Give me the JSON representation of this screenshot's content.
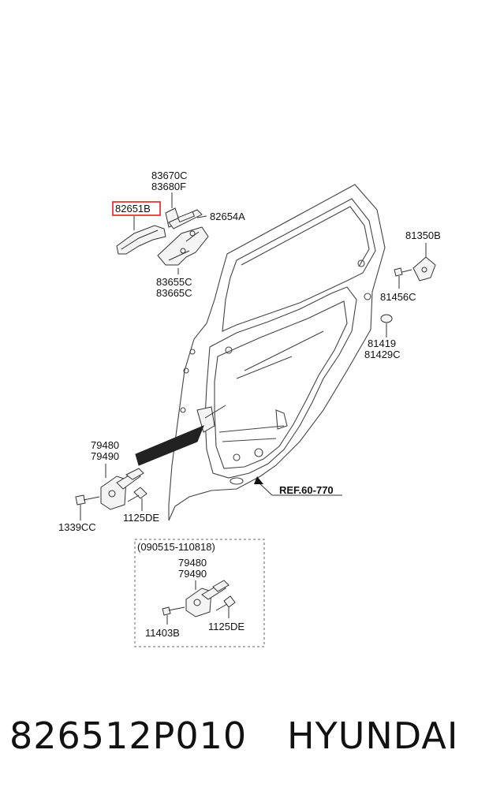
{
  "labels": {
    "p83670C": "83670C",
    "p83680F": "83680F",
    "p82651B": "82651B",
    "p82654A": "82654A",
    "p83655C": "83655C",
    "p83665C": "83665C",
    "p81350B": "81350B",
    "p81456C": "81456C",
    "p81419": "81419",
    "p81429C": "81429C",
    "p79480": "79480",
    "p79490": "79490",
    "p1339CC": "1339CC",
    "p1125DE": "1125DE",
    "ref": "REF.60-770",
    "inset_range": "(090515-110818)",
    "inset_79480": "79480",
    "inset_79490": "79490",
    "inset_11403B": "11403B",
    "inset_1125DE": "1125DE"
  },
  "footer": {
    "part_number": "826512P010",
    "brand": "HYUNDAI"
  },
  "colors": {
    "highlight": "#e02020"
  }
}
